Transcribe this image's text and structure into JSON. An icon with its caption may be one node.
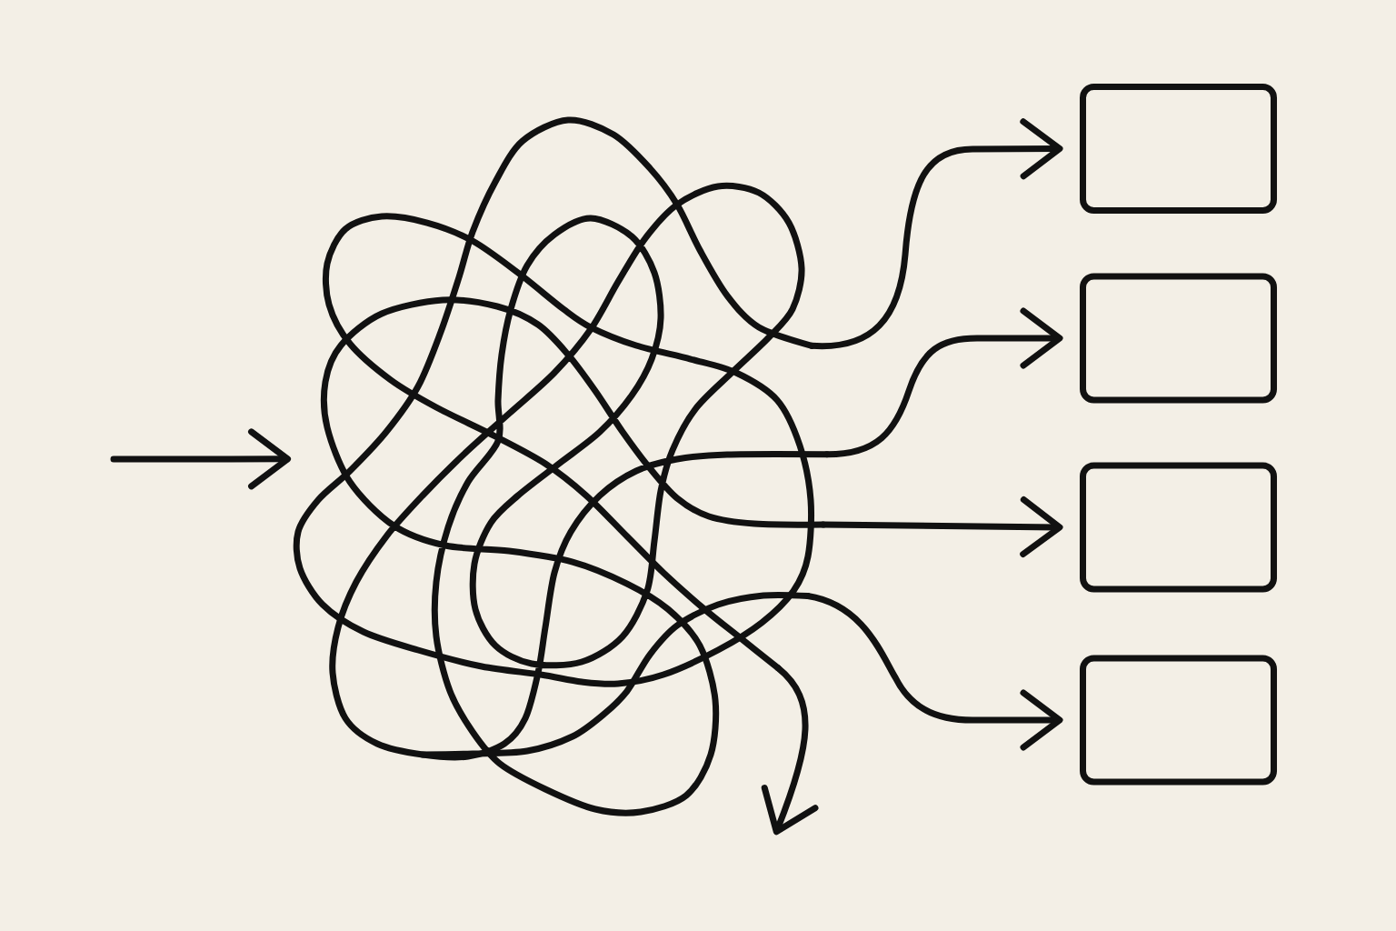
{
  "diagram": {
    "nodes": [
      {
        "text": [],
        "shape": "scribble"
      },
      {
        "text": [],
        "shape": "box"
      },
      {
        "text": [],
        "shape": "box"
      },
      {
        "text": [],
        "shape": "box"
      },
      {
        "text": [],
        "shape": "box"
      }
    ],
    "edges": [
      {
        "from": null,
        "to": 0,
        "arrow": "to"
      },
      {
        "from": 0,
        "to": 1,
        "arrow": "to"
      },
      {
        "from": 0,
        "to": 2,
        "arrow": "to"
      },
      {
        "from": 0,
        "to": 3,
        "arrow": "to"
      },
      {
        "from": 0,
        "to": 4,
        "arrow": "to"
      },
      {
        "from": 0,
        "to": null,
        "arrow": "to"
      }
    ]
  }
}
